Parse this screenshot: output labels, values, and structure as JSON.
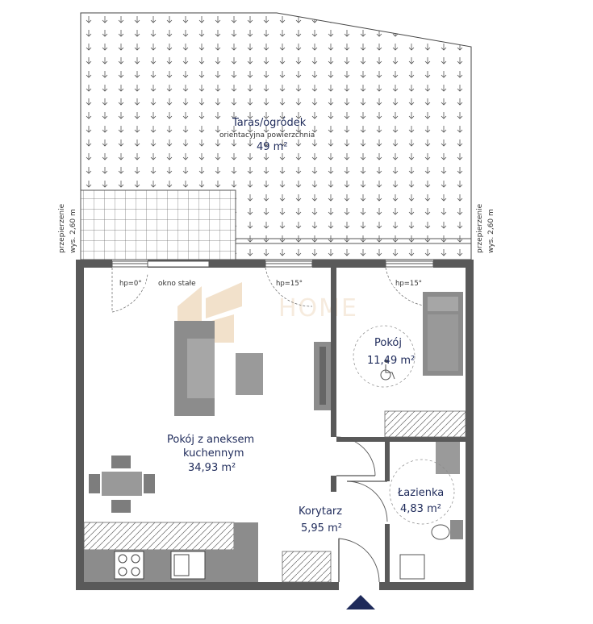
{
  "terrace": {
    "name": "Taras/ogródek",
    "subtitle": "orientacyjna powierzchnia",
    "area": "49 m²"
  },
  "partition_left": {
    "line1": "przepierzenie",
    "line2": "wys. 2,60 m"
  },
  "partition_right": {
    "line1": "przepierzenie",
    "line2": "wys. 2,60 m"
  },
  "windows": {
    "w1_label": "hp=0°",
    "w1_note": "okno stałe",
    "w2_label": "hp=15°",
    "w3_label": "hp=15°"
  },
  "rooms": {
    "living": {
      "line1": "Pokój z aneksem",
      "line2": "kuchennym",
      "area": "34,93 m²"
    },
    "bedroom": {
      "name": "Pokój",
      "area": "11,49 m²"
    },
    "bathroom": {
      "name": "Łazienka",
      "area": "4,83 m²"
    },
    "corridor": {
      "name": "Korytarz",
      "area": "5,95 m²"
    }
  },
  "watermark": {
    "text": "HOME"
  },
  "colors": {
    "wall": "#555555",
    "label": "#1e2a5a",
    "furniture": "#8c8c8c",
    "watermark": "#e8c9a2",
    "entrance": "#1e2a5a"
  }
}
